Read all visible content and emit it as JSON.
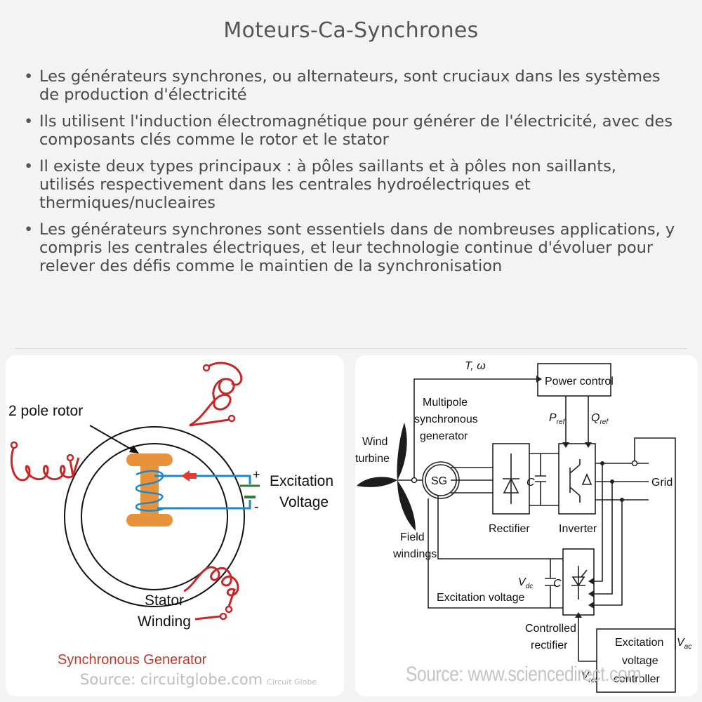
{
  "title": "Moteurs-Ca-Synchrones",
  "bullets": [
    "Les générateurs synchrones, ou alternateurs, sont cruciaux dans les systèmes de production d'électricité",
    "Ils utilisent l'induction électromagnétique pour générer de l'électricité, avec des composants clés comme le rotor et le stator",
    "Il existe deux types principaux : à pôles saillants et à pôles non saillants, utilisés respectivement dans les centrales hydroélectriques et thermiques/nucleaires",
    "Les générateurs synchrones sont essentiels dans de nombreuses applications, y compris les centrales électriques, et leur technologie continue d'évoluer pour relever des défis comme le maintien de la synchronisation"
  ],
  "left_diagram": {
    "rotor_label": "2 pole rotor",
    "excitation_line1": "Excitation",
    "excitation_line2": "Voltage",
    "plus": "+",
    "minus": "-",
    "stator_line1": "Stator",
    "stator_line2": "Winding",
    "caption": "Synchronous Generator",
    "source": "Source: circuitglobe.com",
    "source_small": "Circuit Globe",
    "colors": {
      "rotor": "#e8923c",
      "coil": "#1e88c8",
      "stator": "#c62828",
      "caption": "#c0392b",
      "arrow": "#e53935"
    }
  },
  "right_diagram": {
    "t_omega": "T, ω",
    "power_control": "Power control",
    "p_ref": "P",
    "p_ref_sub": "ref",
    "q_ref": "Q",
    "q_ref_sub": "ref",
    "gen_line1": "Multipole",
    "gen_line2": "synchronous",
    "gen_line3": "generator",
    "wind_line1": "Wind",
    "wind_line2": "turbine",
    "sg": "SG",
    "c_label": "C",
    "rectifier": "Rectifier",
    "inverter": "Inverter",
    "grid": "Grid",
    "field_line1": "Field",
    "field_line2": "windings",
    "vdc": "V",
    "vdc_sub": "dc",
    "c2_label": "C",
    "excitation_voltage": "Excitation voltage",
    "controlled_line1": "Controlled",
    "controlled_line2": "rectifier",
    "ctrl_line1": "Excitation",
    "ctrl_line2": "voltage",
    "ctrl_line3": "controller",
    "vac": "V",
    "vac_sub": "ac",
    "vref": "V",
    "vref_sub": "ref",
    "source": "Source: www.sciencedirect.com"
  }
}
